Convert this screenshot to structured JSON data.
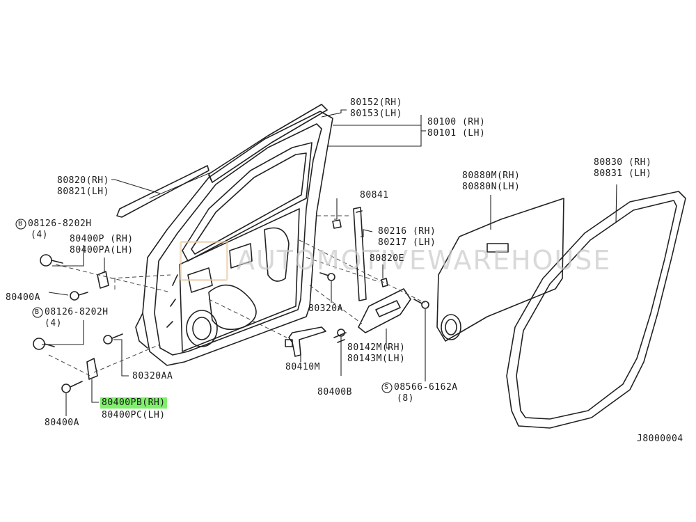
{
  "diagram_id": "J8000004",
  "watermark": "AUTOMOTIVEWAREHOUSE",
  "highlight_color": "#7ef06a",
  "labels": {
    "p80152": "80152(RH)",
    "p80153": "80153(LH)",
    "p80100": "80100 (RH)",
    "p80101": "80101 (LH)",
    "p80820": "80820(RH)",
    "p80821": "80821(LH)",
    "p80830": "80830 (RH)",
    "p80831": "80831 (LH)",
    "p80880m": "80880M(RH)",
    "p80880n": "80880N(LH)",
    "p80841": "80841",
    "p80216": "80216 (RH)",
    "p80217": "80217 (LH)",
    "p80820e": "80820E",
    "bolt1": "08126-8202H",
    "bolt1_qty": "(4)",
    "p80400p": "80400P (RH)",
    "p80400pa": "80400PA(LH)",
    "p80400a_1": "80400A",
    "bolt2": "08126-8202H",
    "bolt2_qty": "(4)",
    "p80320a": "80320A",
    "p80320aa": "80320AA",
    "p80410m": "80410M",
    "p80142m": "80142M(RH)",
    "p80143m": "80143M(LH)",
    "p80400b": "80400B",
    "screw": "08566-6162A",
    "screw_qty": "(8)",
    "p80400pb": "80400PB(RH)",
    "p80400pc": "80400PC(LH)",
    "p80400a_2": "80400A",
    "bolt_prefix": "B",
    "screw_prefix": "S"
  }
}
